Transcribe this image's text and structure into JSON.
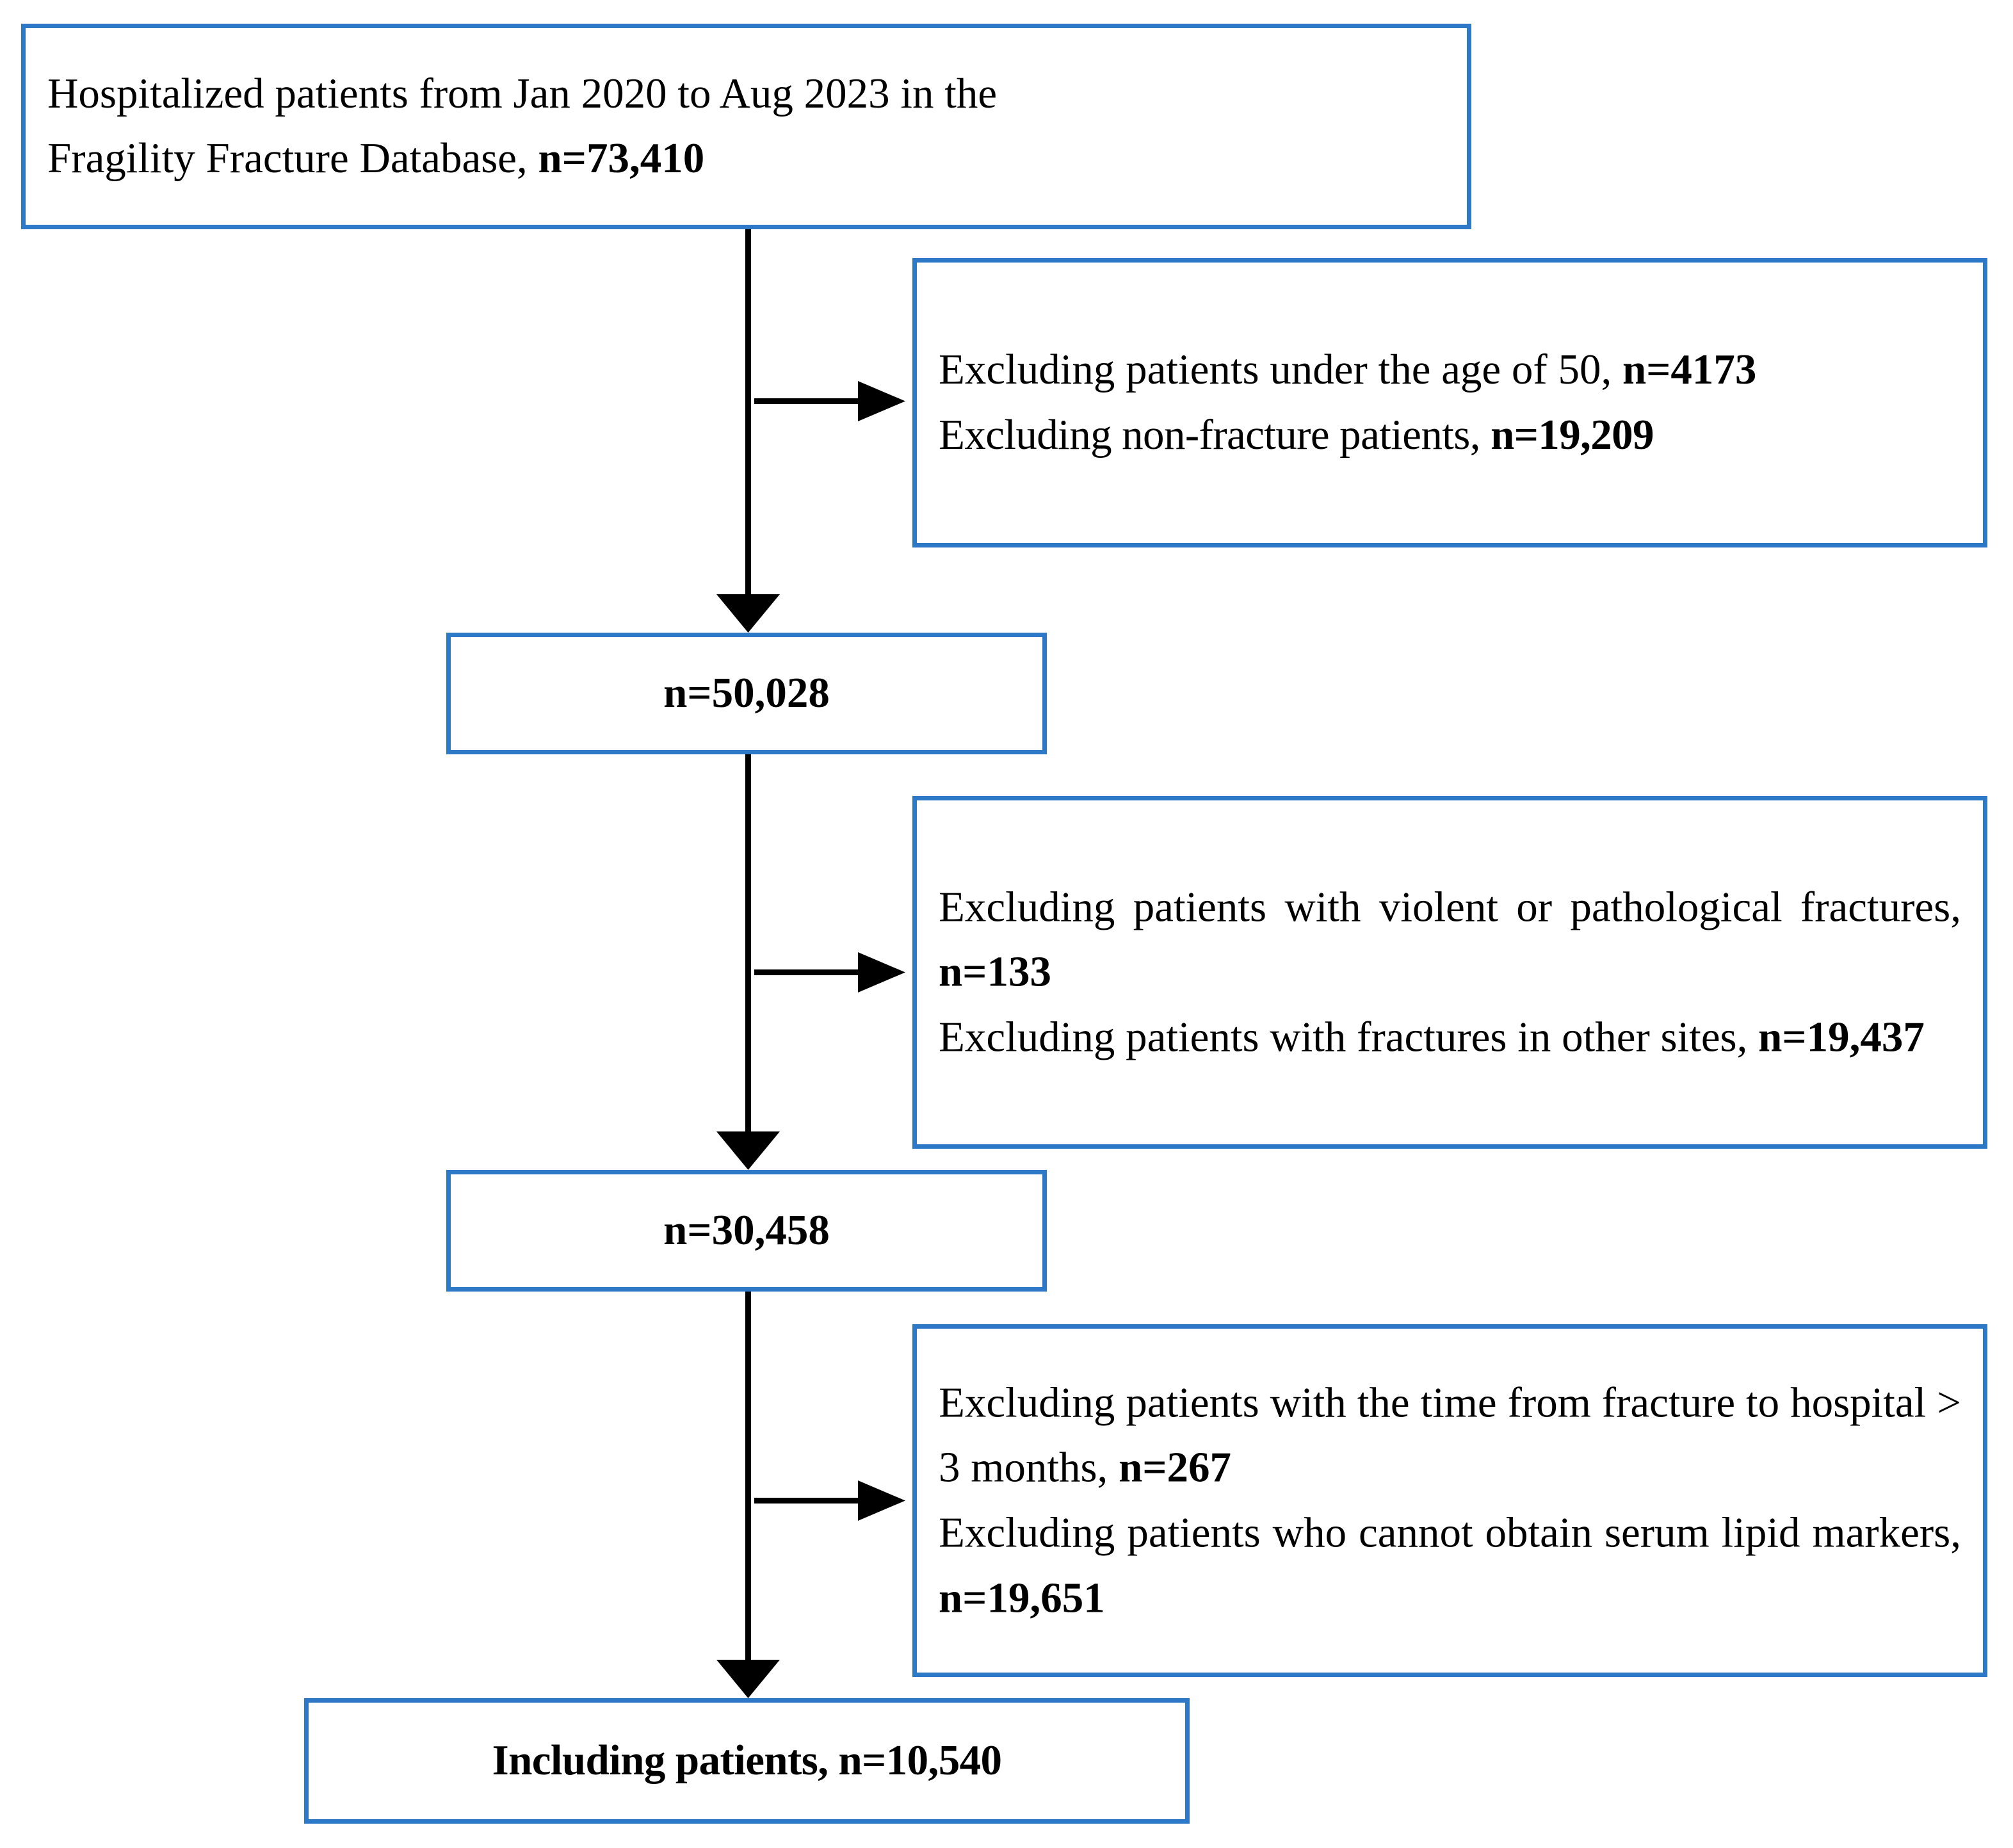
{
  "diagram": {
    "title": "Study population selection flowchart",
    "accent_color": "#2E78C8",
    "line_color": "#000000",
    "background": "#FFFFFF"
  },
  "nodes": {
    "source": {
      "line1": "Hospitalized patients from Jan 2020 to Aug 2023 in the",
      "line2_prefix": "Fragility Fracture Database, ",
      "line2_count": "n=73,410"
    },
    "exclude_1": {
      "row1_prefix": "Excluding patients under the age of 50, ",
      "row1_count": "n=4173",
      "row2_prefix": "Excluding non-fracture patients, ",
      "row2_count": "n=19,209"
    },
    "remaining_1": {
      "count": "n=50,028"
    },
    "exclude_2": {
      "row1_prefix": "Excluding patients with violent or pathological fractures, ",
      "row1_count": "n=133",
      "row2_prefix": "Excluding patients with fractures in other sites, ",
      "row2_count": "n=19,437"
    },
    "remaining_2": {
      "count": "n=30,458"
    },
    "exclude_3": {
      "row1_prefix": "Excluding patients with the time from fracture to hospital > 3 months, ",
      "row1_count": "n=267",
      "row2_prefix": "Excluding patients who cannot obtain serum lipid markers, ",
      "row2_count": "n=19,651"
    },
    "final": {
      "label": "Including patients, ",
      "count": "n=10,540"
    }
  },
  "connectors": [
    {
      "name": "source-to-remaining-1",
      "type": "vertical-arrow"
    },
    {
      "name": "branch-to-exclude-1",
      "type": "horizontal-arrow"
    },
    {
      "name": "remaining-1-to-remaining-2",
      "type": "vertical-arrow"
    },
    {
      "name": "branch-to-exclude-2",
      "type": "horizontal-arrow"
    },
    {
      "name": "remaining-2-to-final",
      "type": "vertical-arrow"
    },
    {
      "name": "branch-to-exclude-3",
      "type": "horizontal-arrow"
    }
  ]
}
